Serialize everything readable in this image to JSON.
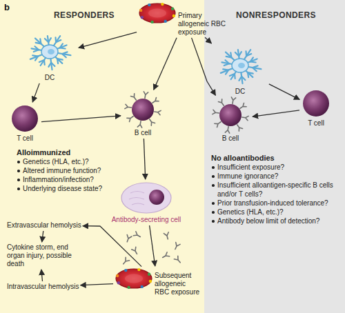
{
  "diagram": {
    "nodes": [
      {
        "text": [
          "Primary allogeneic RBC exposure"
        ]
      },
      {
        "text": [
          "DC"
        ]
      },
      {
        "text": [
          "T cell"
        ]
      },
      {
        "text": [
          "B cell"
        ]
      },
      {
        "text": [
          "Antibody-secreting cell"
        ]
      },
      {
        "text": [
          "Subsequent allogeneic RBC exposure"
        ]
      },
      {
        "text": [
          "Extravascular hemolysis"
        ]
      },
      {
        "text": [
          "Cytokine storm, end organ injury, possible death"
        ]
      },
      {
        "text": [
          "Intravascular hemolysis"
        ]
      },
      {
        "text": [
          "DC"
        ]
      },
      {
        "text": [
          "T cell"
        ]
      },
      {
        "text": [
          "B cell"
        ]
      }
    ],
    "edges": [
      {
        "from": 0,
        "to": 1,
        "arrow": "to"
      },
      {
        "from": 0,
        "to": 3,
        "arrow": "to"
      },
      {
        "from": 0,
        "to": 9,
        "arrow": "to"
      },
      {
        "from": 0,
        "to": 11,
        "arrow": "to"
      },
      {
        "from": 1,
        "to": 2,
        "arrow": "to"
      },
      {
        "from": 2,
        "to": 3,
        "arrow": "to"
      },
      {
        "from": 3,
        "to": 4,
        "arrow": "to"
      },
      {
        "from": 4,
        "to": 5,
        "arrow": "to"
      },
      {
        "from": 5,
        "to": 6,
        "arrow": "to"
      },
      {
        "from": 5,
        "to": 8,
        "arrow": "to"
      },
      {
        "from": 6,
        "to": 7,
        "arrow": "to"
      },
      {
        "from": 8,
        "to": 7,
        "arrow": "to"
      },
      {
        "from": 9,
        "to": 10,
        "arrow": "to"
      },
      {
        "from": 10,
        "to": 11,
        "arrow": "to"
      }
    ],
    "labels": [
      "b",
      "RESPONDERS",
      "NONRESPONDERS",
      "Alloimmunized",
      "Genetics (HLA, etc.)?",
      "Altered immune function?",
      "Inflammation/infection?",
      "Underlying disease state?",
      "No alloantibodies",
      "Insufficient exposure?",
      "Immune ignorance?",
      "Insufficient alloantigen-specific B cells and/or T cells?",
      "Prior transfusion-induced tolerance?",
      "Genetics (HLA, etc.)?",
      "Antibody below limit of detection?"
    ]
  }
}
